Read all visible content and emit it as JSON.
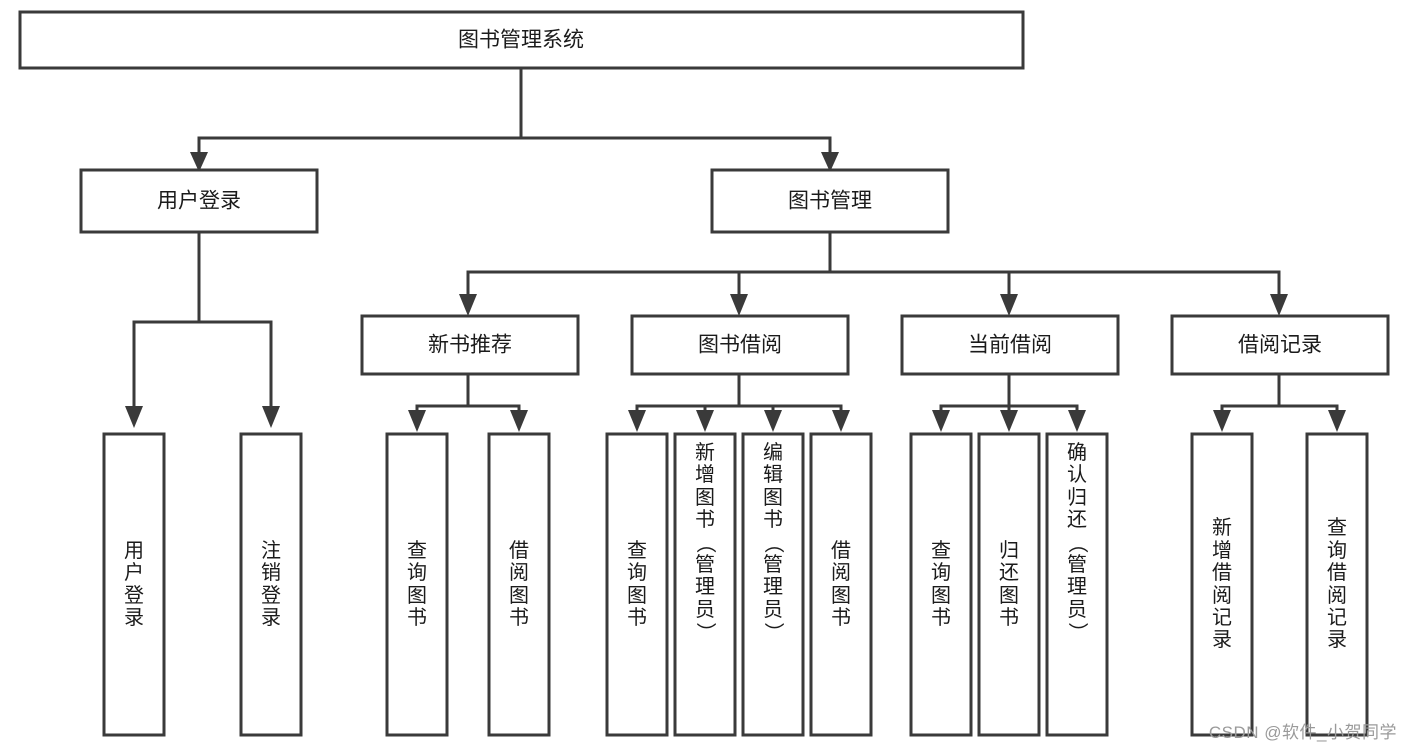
{
  "diagram": {
    "type": "tree",
    "title": "图书管理系统",
    "root": {
      "label": "图书管理系统"
    },
    "level1": [
      {
        "label": "用户登录"
      },
      {
        "label": "图书管理"
      }
    ],
    "level2": [
      {
        "label": "新书推荐"
      },
      {
        "label": "图书借阅"
      },
      {
        "label": "当前借阅"
      },
      {
        "label": "借阅记录"
      }
    ],
    "leaves": {
      "user_login": [
        {
          "label": "用户登录"
        },
        {
          "label": "注销登录"
        }
      ],
      "new_book_recommend": [
        {
          "label": "查询图书"
        },
        {
          "label": "借阅图书"
        }
      ],
      "book_borrow": [
        {
          "label": "查询图书"
        },
        {
          "label": "新增图书（管理员）"
        },
        {
          "label": "编辑图书（管理员）"
        },
        {
          "label": "借阅图书"
        }
      ],
      "current_borrow": [
        {
          "label": "查询图书"
        },
        {
          "label": "归还图书"
        },
        {
          "label": "确认归还（管理员）"
        }
      ],
      "borrow_record": [
        {
          "label": "新增借阅记录"
        },
        {
          "label": "查询借阅记录"
        }
      ]
    }
  },
  "watermark": {
    "text": "CSDN @软件_小贺同学"
  },
  "colors": {
    "stroke": "#3a3a3a",
    "fill": "#ffffff",
    "text": "#1b1b1b",
    "watermark": "#9a9a9a"
  }
}
